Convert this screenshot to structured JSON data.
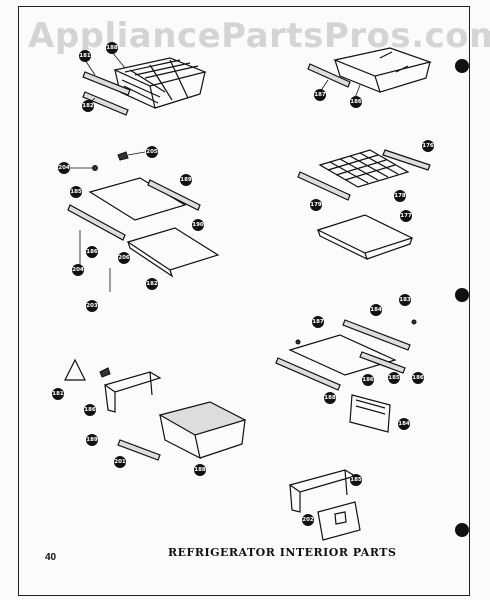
{
  "watermark": "AppliancePartsPros.com",
  "page_number": "40",
  "title": "REFRIGERATOR INTERIOR PARTS",
  "callouts": [
    "181",
    "188",
    "182",
    "187",
    "186",
    "205",
    "204",
    "189",
    "185",
    "190",
    "186",
    "204",
    "206",
    "203",
    "182",
    "176",
    "177",
    "178",
    "179",
    "187",
    "184",
    "183",
    "186",
    "188",
    "186",
    "185",
    "184",
    "181",
    "186",
    "189",
    "188",
    "201",
    "185",
    "202"
  ]
}
